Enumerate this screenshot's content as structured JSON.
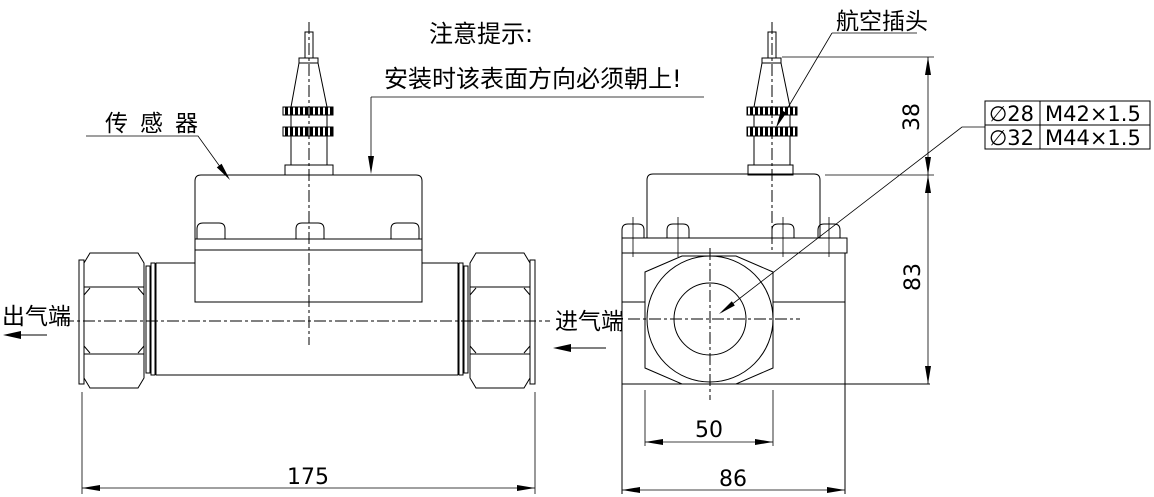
{
  "labels": {
    "sensor": "传感器",
    "aviation_plug": "航空插头",
    "outlet_end": "出气端",
    "inlet_end": "进气端",
    "note_title": "注意提示:",
    "note_body": "安装时该表面方向必须朝上!"
  },
  "dimensions": {
    "overall_length": "175",
    "base_width": "86",
    "hex_across_flats": "50",
    "body_height": "83",
    "plug_height": "38"
  },
  "spec_table": {
    "rows": [
      {
        "diameter": "∅28",
        "thread": "M42×1.5"
      },
      {
        "diameter": "∅32",
        "thread": "M44×1.5"
      }
    ]
  },
  "colors": {
    "line": "#000000",
    "background": "#ffffff"
  }
}
